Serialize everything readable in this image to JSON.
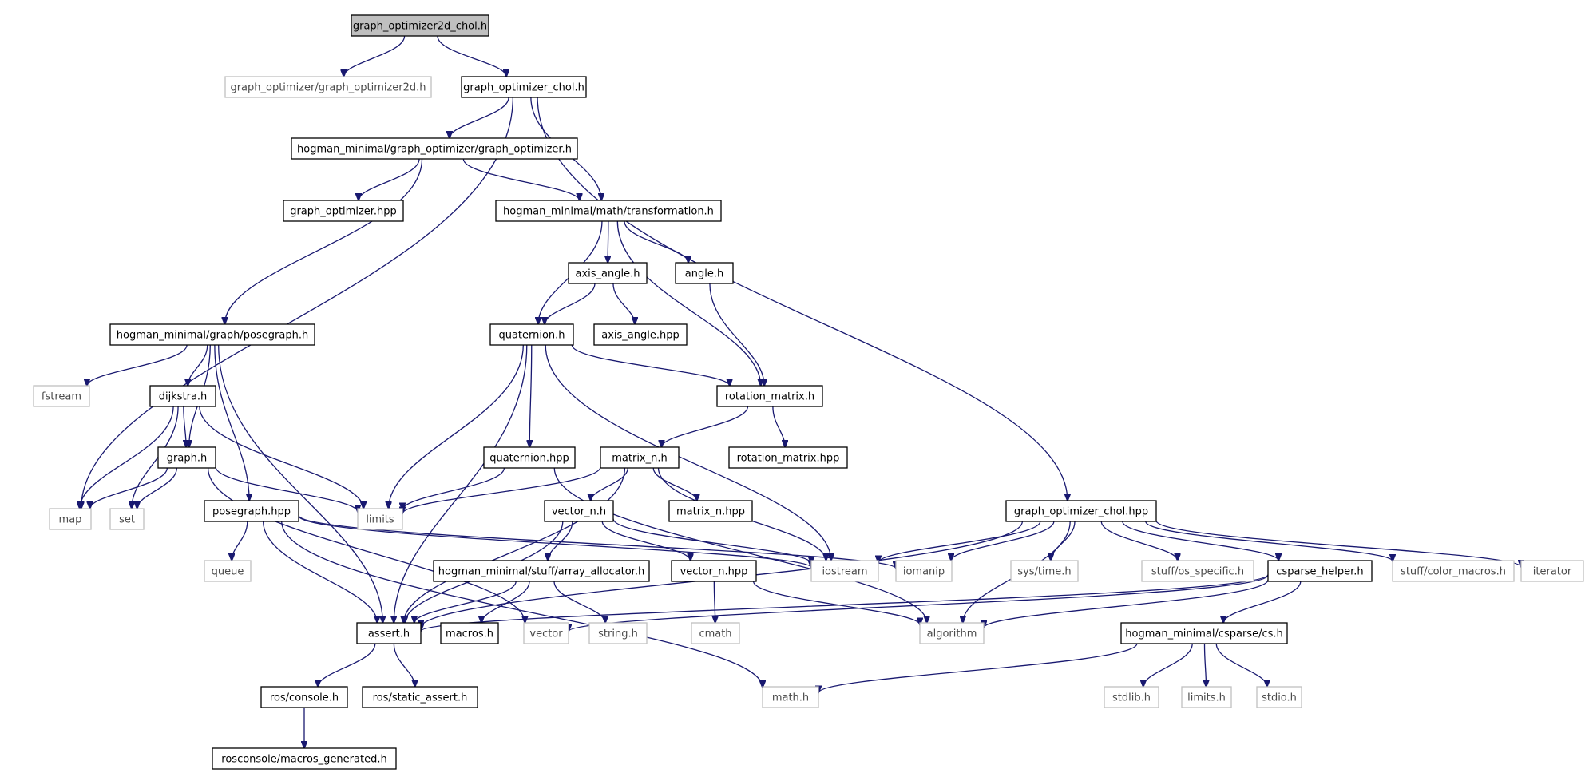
{
  "diagram": {
    "type": "include-dependency-graph",
    "colors": {
      "edge": "#191970",
      "root_fill": "#bfbfbf",
      "node_border": "#000000",
      "external_border": "#c0c0c0",
      "external_text": "#4a4a4a"
    },
    "nodes": [
      {
        "id": "root",
        "label": "graph_optimizer2d_chol.h",
        "kind": "root"
      },
      {
        "id": "go2d",
        "label": "graph_optimizer/graph_optimizer2d.h",
        "kind": "external"
      },
      {
        "id": "goch",
        "label": "graph_optimizer_chol.h",
        "kind": "file"
      },
      {
        "id": "hmgo",
        "label": "hogman_minimal/graph_optimizer/graph_optimizer.h",
        "kind": "file"
      },
      {
        "id": "gohpp",
        "label": "graph_optimizer.hpp",
        "kind": "file"
      },
      {
        "id": "trans",
        "label": "hogman_minimal/math/transformation.h",
        "kind": "file"
      },
      {
        "id": "axis",
        "label": "axis_angle.h",
        "kind": "file"
      },
      {
        "id": "angle",
        "label": "angle.h",
        "kind": "file"
      },
      {
        "id": "posegraph",
        "label": "hogman_minimal/graph/posegraph.h",
        "kind": "file"
      },
      {
        "id": "quat",
        "label": "quaternion.h",
        "kind": "file"
      },
      {
        "id": "axishpp",
        "label": "axis_angle.hpp",
        "kind": "file"
      },
      {
        "id": "fstream",
        "label": "fstream",
        "kind": "external"
      },
      {
        "id": "dijkstra",
        "label": "dijkstra.h",
        "kind": "file"
      },
      {
        "id": "rotm",
        "label": "rotation_matrix.h",
        "kind": "file"
      },
      {
        "id": "graphh",
        "label": "graph.h",
        "kind": "file"
      },
      {
        "id": "quathpp",
        "label": "quaternion.hpp",
        "kind": "file"
      },
      {
        "id": "matn",
        "label": "matrix_n.h",
        "kind": "file"
      },
      {
        "id": "rotmhpp",
        "label": "rotation_matrix.hpp",
        "kind": "file"
      },
      {
        "id": "map",
        "label": "map",
        "kind": "external"
      },
      {
        "id": "set",
        "label": "set",
        "kind": "external"
      },
      {
        "id": "limits",
        "label": "limits",
        "kind": "external"
      },
      {
        "id": "pghpp",
        "label": "posegraph.hpp",
        "kind": "file"
      },
      {
        "id": "vecn",
        "label": "vector_n.h",
        "kind": "file"
      },
      {
        "id": "matnhpp",
        "label": "matrix_n.hpp",
        "kind": "file"
      },
      {
        "id": "gochhpp",
        "label": "graph_optimizer_chol.hpp",
        "kind": "file"
      },
      {
        "id": "queue",
        "label": "queue",
        "kind": "external"
      },
      {
        "id": "arralloc",
        "label": "hogman_minimal/stuff/array_allocator.h",
        "kind": "file"
      },
      {
        "id": "vecnhpp",
        "label": "vector_n.hpp",
        "kind": "file"
      },
      {
        "id": "iostream",
        "label": "iostream",
        "kind": "external"
      },
      {
        "id": "iomanip",
        "label": "iomanip",
        "kind": "external"
      },
      {
        "id": "systime",
        "label": "sys/time.h",
        "kind": "external"
      },
      {
        "id": "osspec",
        "label": "stuff/os_specific.h",
        "kind": "external"
      },
      {
        "id": "cshelper",
        "label": "csparse_helper.h",
        "kind": "file"
      },
      {
        "id": "colormac",
        "label": "stuff/color_macros.h",
        "kind": "external"
      },
      {
        "id": "iterator",
        "label": "iterator",
        "kind": "external"
      },
      {
        "id": "asserth",
        "label": "assert.h",
        "kind": "file"
      },
      {
        "id": "macros",
        "label": "macros.h",
        "kind": "file"
      },
      {
        "id": "vector",
        "label": "vector",
        "kind": "external"
      },
      {
        "id": "stringh",
        "label": "string.h",
        "kind": "external"
      },
      {
        "id": "cmath",
        "label": "cmath",
        "kind": "external"
      },
      {
        "id": "algorithm",
        "label": "algorithm",
        "kind": "external"
      },
      {
        "id": "csh",
        "label": "hogman_minimal/csparse/cs.h",
        "kind": "file"
      },
      {
        "id": "roscon",
        "label": "ros/console.h",
        "kind": "file"
      },
      {
        "id": "rossa",
        "label": "ros/static_assert.h",
        "kind": "file"
      },
      {
        "id": "mathh",
        "label": "math.h",
        "kind": "external"
      },
      {
        "id": "stdlib",
        "label": "stdlib.h",
        "kind": "external"
      },
      {
        "id": "limitsh",
        "label": "limits.h",
        "kind": "external"
      },
      {
        "id": "stdio",
        "label": "stdio.h",
        "kind": "external"
      },
      {
        "id": "rcmacros",
        "label": "rosconsole/macros_generated.h",
        "kind": "file"
      }
    ],
    "edges": [
      [
        "root",
        "go2d"
      ],
      [
        "root",
        "goch"
      ],
      [
        "goch",
        "hmgo"
      ],
      [
        "goch",
        "trans"
      ],
      [
        "goch",
        "gochhpp"
      ],
      [
        "goch",
        "map"
      ],
      [
        "hmgo",
        "gohpp"
      ],
      [
        "hmgo",
        "trans"
      ],
      [
        "hmgo",
        "posegraph"
      ],
      [
        "trans",
        "axis"
      ],
      [
        "trans",
        "angle"
      ],
      [
        "trans",
        "quat"
      ],
      [
        "trans",
        "rotm"
      ],
      [
        "axis",
        "quat"
      ],
      [
        "axis",
        "axishpp"
      ],
      [
        "angle",
        "rotm"
      ],
      [
        "posegraph",
        "fstream"
      ],
      [
        "posegraph",
        "dijkstra"
      ],
      [
        "posegraph",
        "graphh"
      ],
      [
        "posegraph",
        "pghpp"
      ],
      [
        "posegraph",
        "asserth"
      ],
      [
        "quat",
        "rotm"
      ],
      [
        "quat",
        "quathpp"
      ],
      [
        "quat",
        "limits"
      ],
      [
        "quat",
        "asserth"
      ],
      [
        "quat",
        "iostream"
      ],
      [
        "dijkstra",
        "graphh"
      ],
      [
        "dijkstra",
        "map"
      ],
      [
        "dijkstra",
        "set"
      ],
      [
        "dijkstra",
        "limits"
      ],
      [
        "rotm",
        "matn"
      ],
      [
        "rotm",
        "rotmhpp"
      ],
      [
        "graphh",
        "map"
      ],
      [
        "graphh",
        "set"
      ],
      [
        "graphh",
        "limits"
      ],
      [
        "graphh",
        "vector"
      ],
      [
        "quathpp",
        "limits"
      ],
      [
        "quathpp",
        "algorithm"
      ],
      [
        "matn",
        "limits"
      ],
      [
        "matn",
        "vecn"
      ],
      [
        "matn",
        "matnhpp"
      ],
      [
        "matn",
        "iostream"
      ],
      [
        "matn",
        "asserth"
      ],
      [
        "pghpp",
        "queue"
      ],
      [
        "pghpp",
        "asserth"
      ],
      [
        "pghpp",
        "iostream"
      ],
      [
        "pghpp",
        "iomanip"
      ],
      [
        "pghpp",
        "mathh"
      ],
      [
        "vecn",
        "arralloc"
      ],
      [
        "vecn",
        "vecnhpp"
      ],
      [
        "vecn",
        "iostream"
      ],
      [
        "vecn",
        "asserth"
      ],
      [
        "gochhpp",
        "iostream"
      ],
      [
        "gochhpp",
        "iomanip"
      ],
      [
        "gochhpp",
        "systime"
      ],
      [
        "gochhpp",
        "osspec"
      ],
      [
        "gochhpp",
        "cshelper"
      ],
      [
        "gochhpp",
        "colormac"
      ],
      [
        "gochhpp",
        "iterator"
      ],
      [
        "gochhpp",
        "asserth"
      ],
      [
        "gochhpp",
        "algorithm"
      ],
      [
        "arralloc",
        "asserth"
      ],
      [
        "arralloc",
        "macros"
      ],
      [
        "arralloc",
        "stringh"
      ],
      [
        "vecnhpp",
        "cmath"
      ],
      [
        "vecnhpp",
        "algorithm"
      ],
      [
        "cshelper",
        "asserth"
      ],
      [
        "cshelper",
        "vector"
      ],
      [
        "cshelper",
        "algorithm"
      ],
      [
        "cshelper",
        "csh"
      ],
      [
        "asserth",
        "roscon"
      ],
      [
        "asserth",
        "rossa"
      ],
      [
        "csh",
        "mathh"
      ],
      [
        "csh",
        "stdlib"
      ],
      [
        "csh",
        "limitsh"
      ],
      [
        "csh",
        "stdio"
      ],
      [
        "roscon",
        "rcmacros"
      ]
    ]
  }
}
